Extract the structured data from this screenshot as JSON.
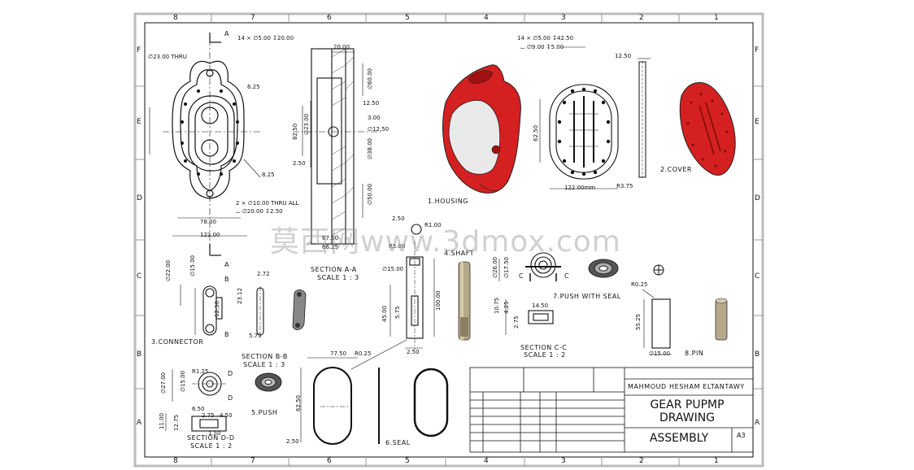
{
  "zones": {
    "columns": [
      "8",
      "7",
      "6",
      "5",
      "4",
      "3",
      "2",
      "1"
    ],
    "rows": [
      "F",
      "E",
      "D",
      "C",
      "B",
      "A"
    ]
  },
  "labels": {
    "housing": "1.HOUSING",
    "cover": "2.COVER",
    "connector": "3.CONNECTOR",
    "shaft": "4.SHAFT",
    "push": "5.PUSH",
    "seal": "6.SEAL",
    "push_with_seal": "7.PUSH WITH SEAL",
    "pin": "8.PIN",
    "section_aa": "SECTION A-A",
    "scale_aa": "SCALE 1 : 3",
    "section_bb": "SECTION B-B",
    "scale_bb": "SCALE 1 : 3",
    "section_cc": "SECTION C-C",
    "scale_cc": "SCALE 1 : 2",
    "section_dd": "SECTION D-D",
    "scale_dd": "SCALE 1 : 2",
    "cut_a": "A",
    "cut_b": "B",
    "cut_c": "C",
    "cut_d": "D"
  },
  "dimensions": {
    "d1": "14 × ∅5.00 ↧20.00",
    "d2": "∅23.00 THRU",
    "d3": "6.25",
    "d4": "8.25",
    "d5": "2 × ∅10.00 THRU ALL",
    "d6": "⌴ ∅20.00 ↧2.50",
    "d7": "78.00",
    "d8": "122.00",
    "d9": "20.00",
    "d10": "∅60.00",
    "d11": "12.50",
    "d12": "3.00",
    "d13": "∅12.50",
    "d14": "∅23.00",
    "d15": "82.50",
    "d16": "2.50",
    "d17": "∅38.00",
    "d18": "∅50.00",
    "d19": "67.50",
    "d20": "66.25",
    "d21": "14 × ∅5.00 ↧42.50",
    "d22": "⌴ ∅9.00 ↧5.00",
    "d23": "12.50",
    "d24": "62.50",
    "d25": "122.00mm",
    "d26": "R3.75",
    "d27": "∅22.00",
    "d28": "∅15.00",
    "d29": "2.72",
    "d30": "23.12",
    "d31": "62.50",
    "d32": "5.75",
    "d33": "R5.00",
    "d34": "2.50",
    "d35": "R1.00",
    "d36": "∅15.00",
    "d37": "45.00",
    "d38": "5.75",
    "d39": "100.00",
    "d40": "2.50",
    "d41": "∅26.00",
    "d42": "∅17.50",
    "d43": "10.75",
    "d44": "4.25",
    "d45": "2.75",
    "d46": "14.50",
    "d47": "R0.25",
    "d48": "55.25",
    "d49": "∅15.00",
    "d50": "∅27.00",
    "d51": "∅15.00",
    "d52": "6.50",
    "d53": "4.50",
    "d54": "11.00",
    "d55": "77.50",
    "d56": "R0.25",
    "d57": "62.50",
    "d58": "2.50",
    "d59": "R1.25",
    "d60": "12.75",
    "d61": "2.75",
    "d62": "1.50"
  },
  "watermark": "莫西网www.3dmox.com",
  "title_block": {
    "author": "MAHMOUD HESHAM ELTANTAWY",
    "title": "GEAR PUPMP DRAWING",
    "assembly": "ASSEMBLY",
    "size": "A3"
  },
  "colors": {
    "red_part": "#d42020",
    "line": "#111111"
  }
}
